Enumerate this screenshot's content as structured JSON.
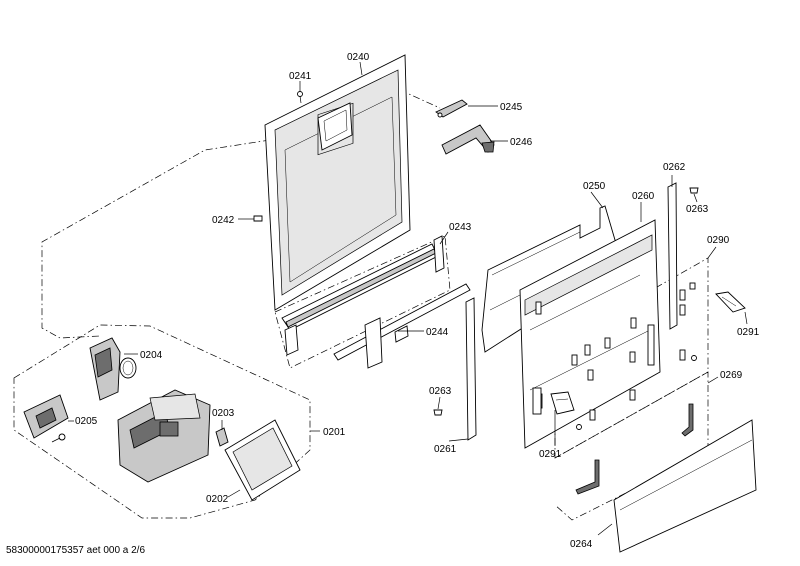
{
  "footer": "58300000175357 aet 000 a 2/6",
  "labels": {
    "p0240": "0240",
    "p0241": "0241",
    "p0242": "0242",
    "p0243": "0243",
    "p0244": "0244",
    "p0245": "0245",
    "p0246": "0246",
    "p0250": "0250",
    "p0260": "0260",
    "p0262": "0262",
    "p0263a": "0263",
    "p0263b": "0263",
    "p0290": "0290",
    "p0291a": "0291",
    "p0291b": "0291",
    "p0269": "0269",
    "p0261": "0261",
    "p0264": "0264",
    "p0201": "0201",
    "p0202": "0202",
    "p0203": "0203",
    "p0204": "0204",
    "p0205": "0205"
  }
}
